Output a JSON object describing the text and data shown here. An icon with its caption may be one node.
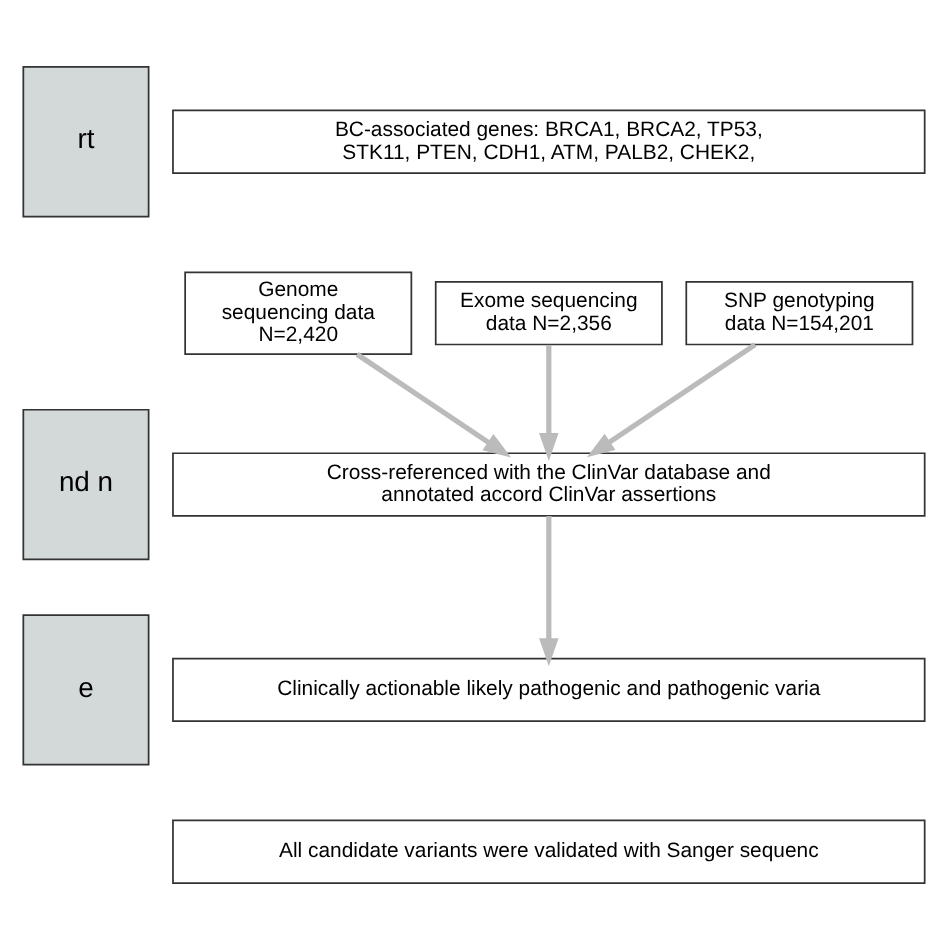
{
  "diagram": {
    "nodes": [
      {
        "text": [
          "rt"
        ]
      },
      {
        "text": [
          "BC-associated genes: BRCA1, BRCA2, TP53, STK11, PTEN, CDH1, ATM, PALB2, CHEK2,"
        ]
      },
      {
        "text": [
          "Genome sequencing data N=2,420"
        ]
      },
      {
        "text": [
          "Exome sequencing data N=2,356"
        ]
      },
      {
        "text": [
          "SNP genotyping data N=154,201"
        ]
      },
      {
        "text": [
          "nd n"
        ]
      },
      {
        "text": [
          "Cross-referenced with the ClinVar database and annotated accord ClinVar assertions"
        ]
      },
      {
        "text": [
          "e"
        ]
      },
      {
        "text": [
          "Clinically actionable likely pathogenic and pathogenic varia"
        ]
      },
      {
        "text": [
          "All candidate variants were validated with Sanger sequenc"
        ]
      }
    ],
    "edges": [
      {
        "from": 2,
        "to": 6,
        "arrow": "to"
      },
      {
        "from": 3,
        "to": 6,
        "arrow": "to"
      },
      {
        "from": 4,
        "to": 6,
        "arrow": "to"
      },
      {
        "from": 6,
        "to": 8,
        "arrow": "to"
      }
    ]
  }
}
